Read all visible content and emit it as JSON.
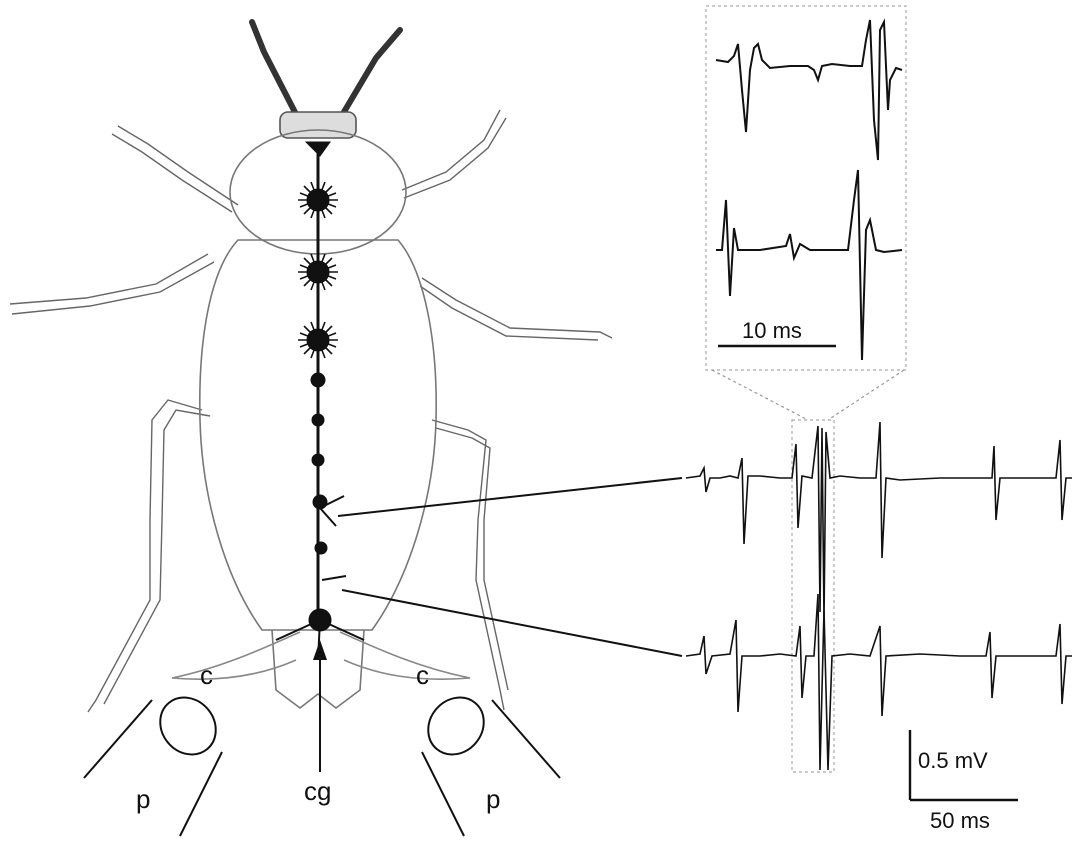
{
  "labels": {
    "cercus": "c",
    "cercal_ganglion": "cg",
    "puffer": "p"
  },
  "scale_bars": {
    "inset_time": "10 ms",
    "voltage": "0.5 mV",
    "main_time": "50 ms"
  },
  "colors": {
    "ink": "#111111",
    "body_outline": "#666666",
    "background": "#ffffff"
  }
}
